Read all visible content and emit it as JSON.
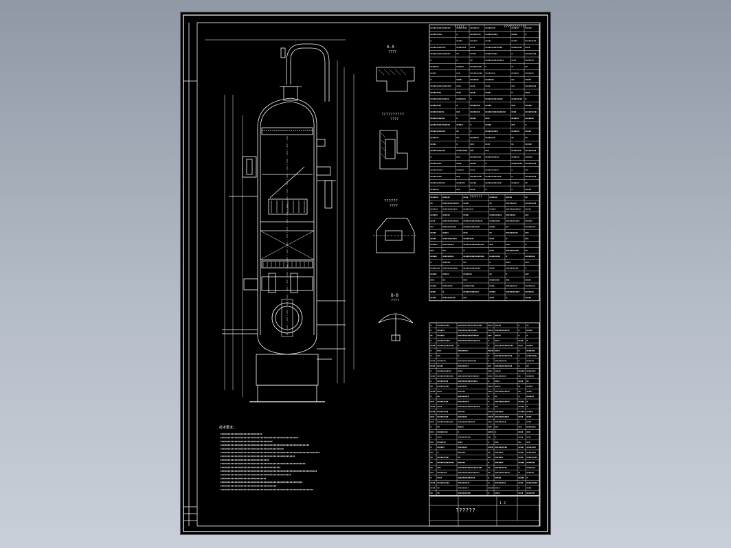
{
  "viewer": {
    "background": "#a7afbb",
    "sheet_color": "#000000",
    "line_color": "#ffffff"
  },
  "drawing": {
    "title_block": {
      "drawing_title": "??????",
      "revision_mark": "1  2"
    },
    "specs_header": [
      "?????",
      "???????????"
    ],
    "sections": [
      {
        "label": "A-A",
        "sub": "????"
      },
      {
        "label": "??????????",
        "sub": "????"
      },
      {
        "label": "??????",
        "sub": "????"
      },
      {
        "label": "B-B",
        "sub": "????"
      }
    ],
    "notes_title": "技术要求:",
    "nozzle_table_title": "???????"
  }
}
